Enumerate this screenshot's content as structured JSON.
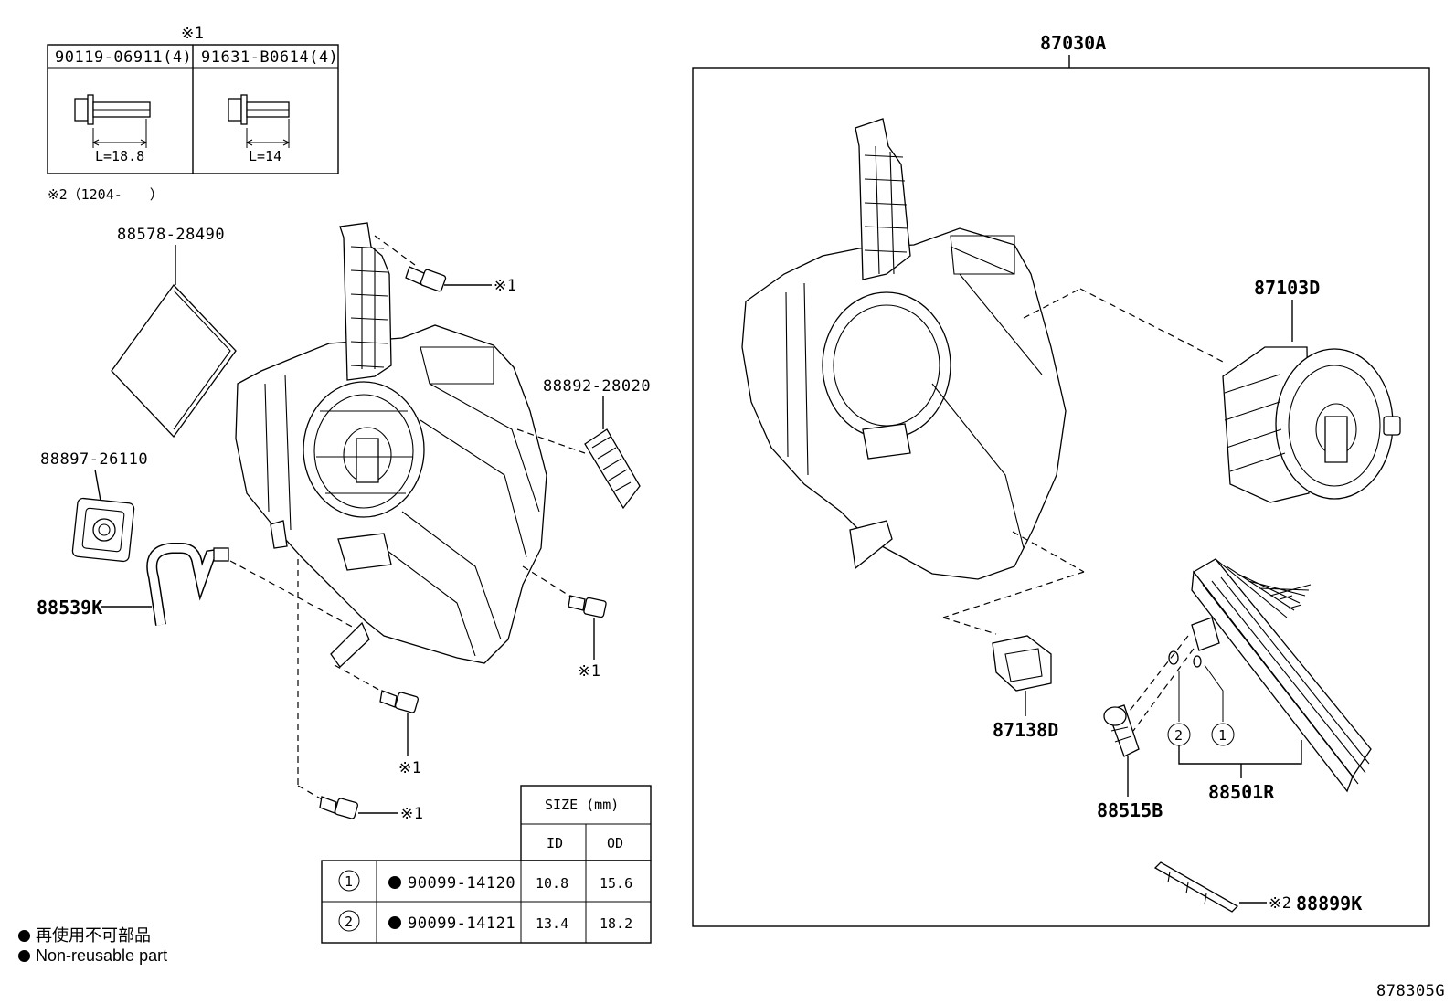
{
  "top_table": {
    "header_ref": "※1",
    "col1_part": "90119-06911(4)",
    "col1_length": "L=18.8",
    "col2_part": "91631-B0614(4)",
    "col2_length": "L=14"
  },
  "note2": "※2（1204-　　）",
  "ref1": "※1",
  "ref2": "※2",
  "parts": {
    "filter": "88578-28490",
    "seal": "88897-26110",
    "hose": "88539K",
    "cover": "88892-28020",
    "unit_assy": "87030A",
    "blower_motor": "87103D",
    "resistor": "87138D",
    "valve": "88515B",
    "evaporator": "88501R",
    "clip": "88899K"
  },
  "circles": {
    "one": "1",
    "two": "2"
  },
  "size_table": {
    "title": "SIZE (mm)",
    "id_header": "ID",
    "od_header": "OD",
    "rows": [
      {
        "num": "1",
        "part": "90099-14120",
        "id": "10.8",
        "od": "15.6"
      },
      {
        "num": "2",
        "part": "90099-14121",
        "id": "13.4",
        "od": "18.2"
      }
    ]
  },
  "legend": {
    "jp": "再使用不可部品",
    "en": "Non-reusable part"
  },
  "diagram_code": "878305G"
}
